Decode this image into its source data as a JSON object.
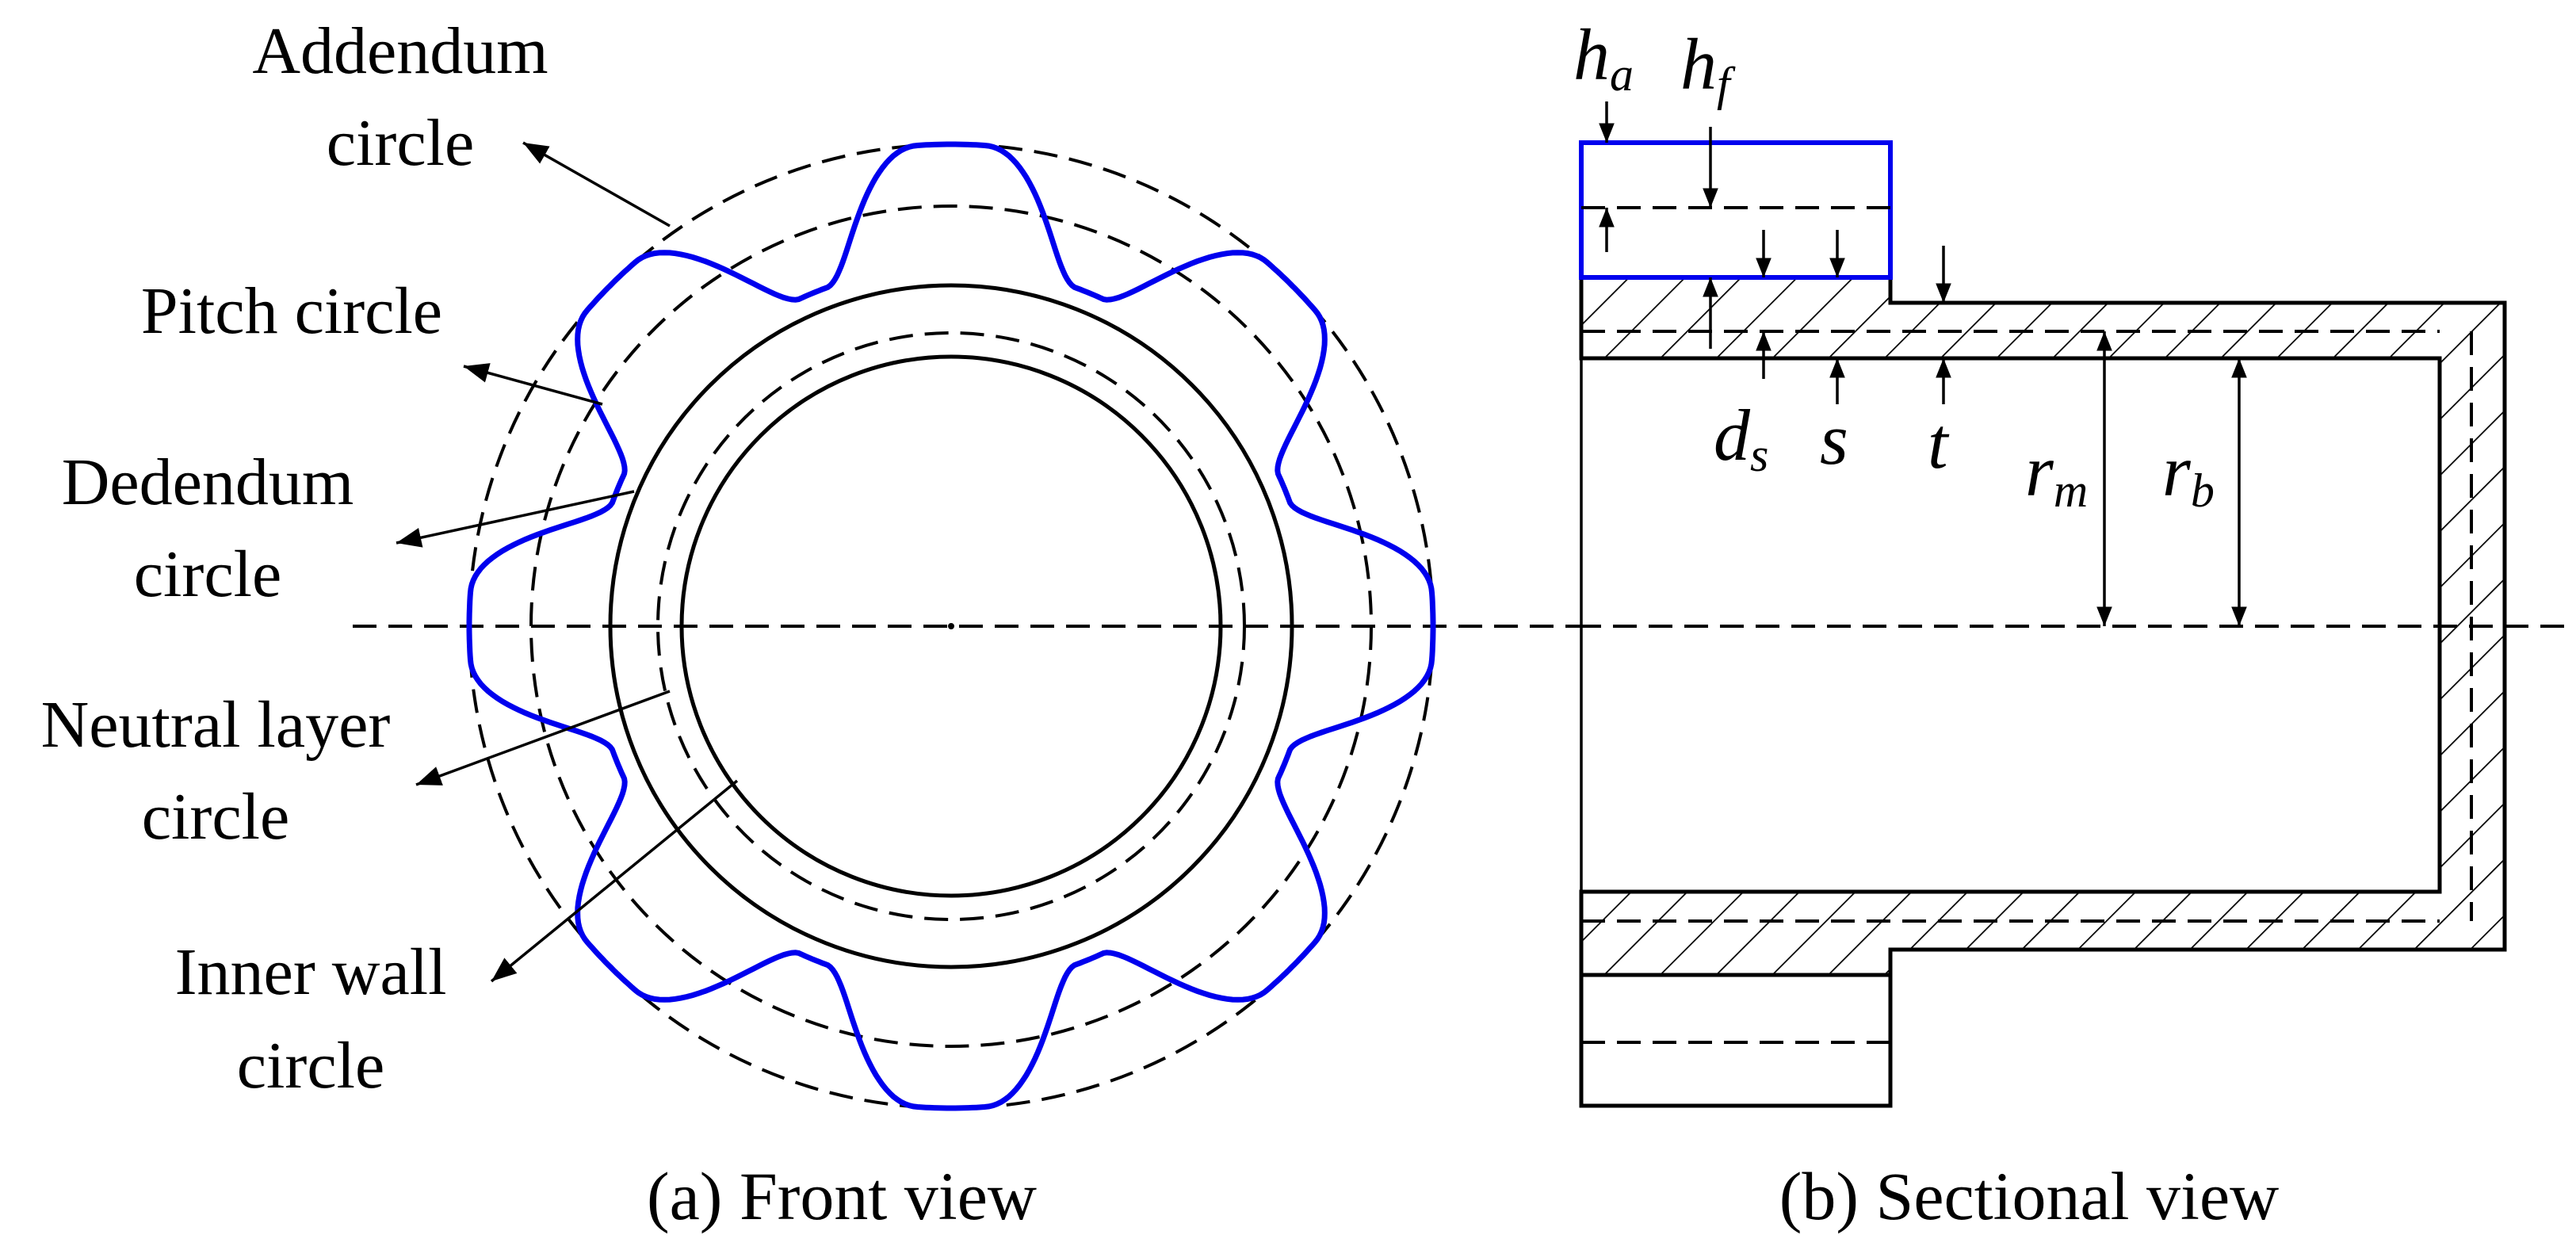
{
  "front_view": {
    "caption": "(a) Front view",
    "labels": {
      "addendum": [
        "Addendum",
        "circle"
      ],
      "pitch": [
        "Pitch circle"
      ],
      "dedendum": [
        "Dedendum",
        "circle"
      ],
      "neutral": [
        "Neutral layer",
        "circle"
      ],
      "inner_wall": [
        "Inner wall",
        "circle"
      ]
    },
    "gear": {
      "teeth": 8,
      "addendum_radius": 608,
      "pitch_radius": 530,
      "dedendum_radius": 430,
      "neutral_radius": 370,
      "inner_wall_radius": 340,
      "tooth_profile_color": "#0000ee"
    }
  },
  "sectional_view": {
    "caption": "(b) Sectional view",
    "symbols": {
      "ha": {
        "main": "h",
        "sub": "a"
      },
      "hf": {
        "main": "h",
        "sub": "f"
      },
      "ds": {
        "main": "d",
        "sub": "s"
      },
      "s": {
        "main": "s",
        "sub": ""
      },
      "t": {
        "main": "t",
        "sub": ""
      },
      "rm": {
        "main": "r",
        "sub": "m"
      },
      "rb": {
        "main": "r",
        "sub": "b"
      }
    },
    "tooth_color": "#0000ee"
  }
}
